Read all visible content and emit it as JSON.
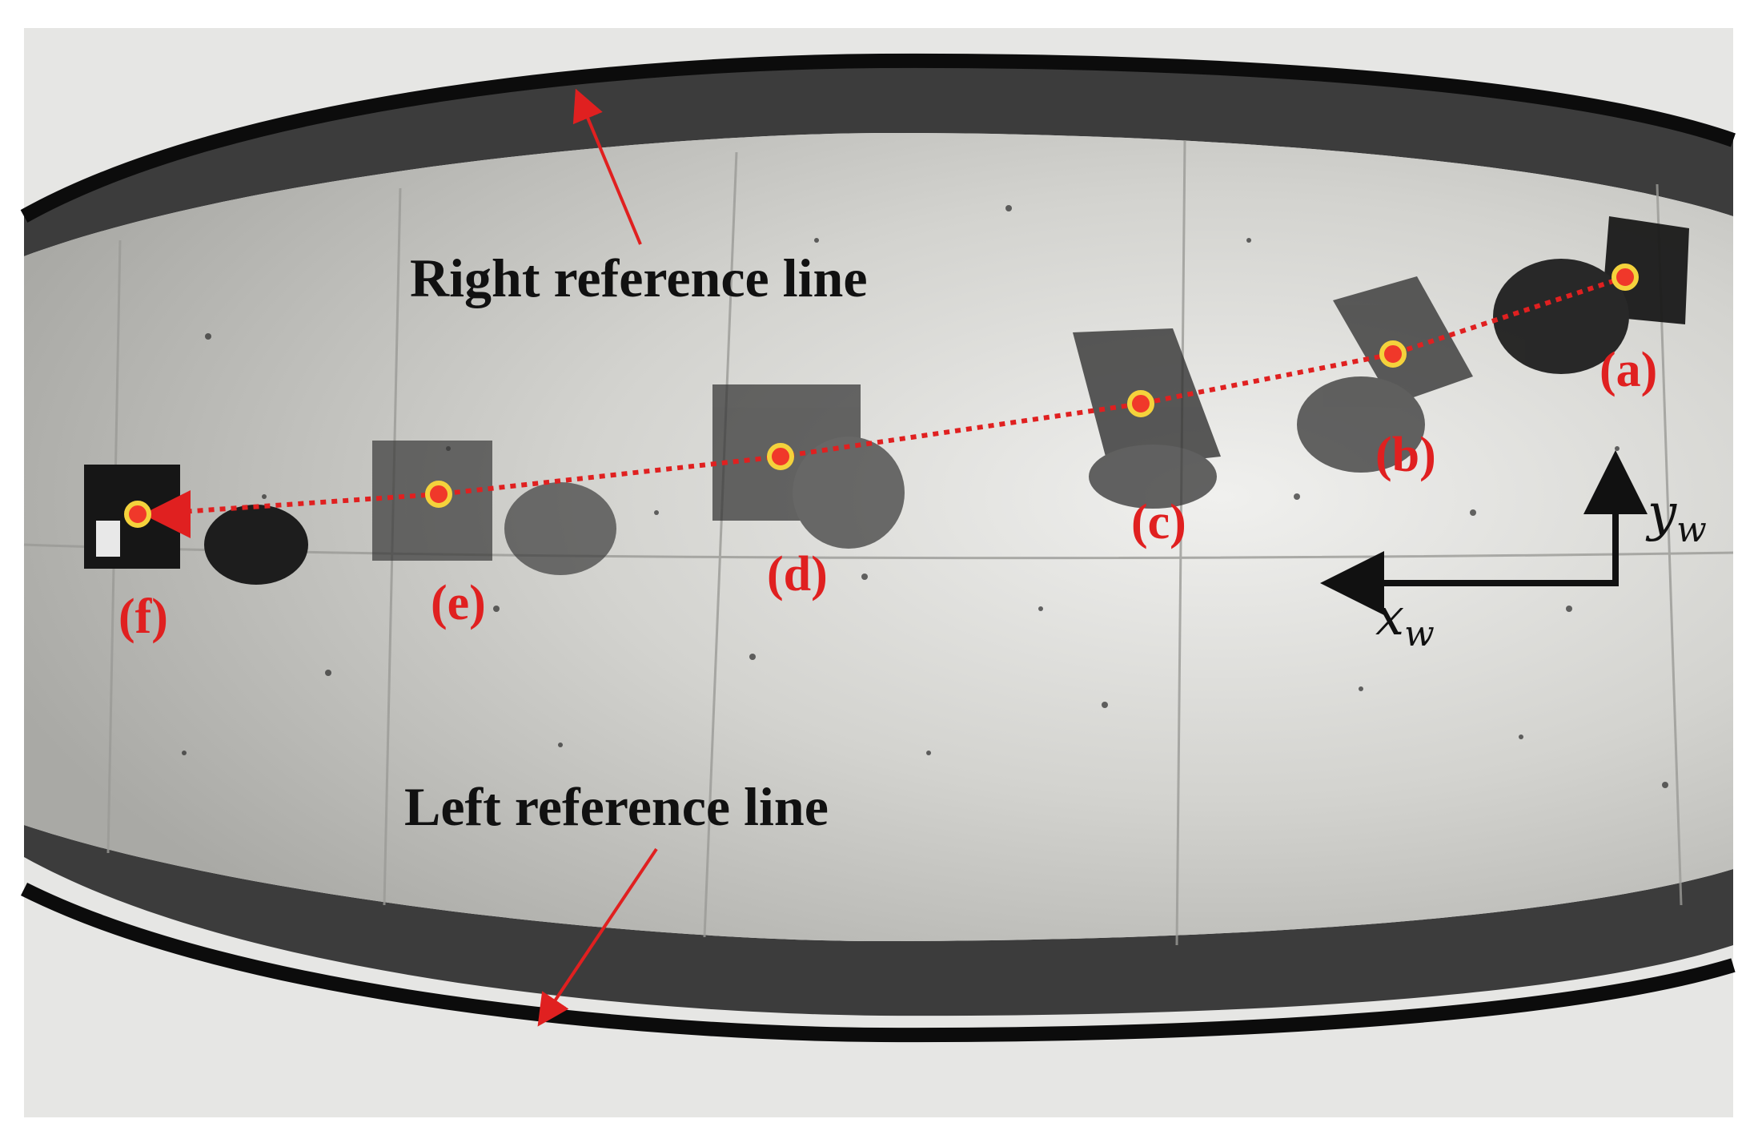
{
  "colors": {
    "floor": "#cfcfcb",
    "rail_dark": "#101010",
    "rail_gray": "#5a5a5a",
    "trajectory": "#e02020",
    "waypoint_fill": "#f0382a",
    "waypoint_ring": "#f4d23c",
    "text_dark": "#111111"
  },
  "labels": {
    "right_reference": "Right reference line",
    "left_reference": "Left reference line"
  },
  "axes": {
    "x_symbol": "x",
    "x_subscript": "w",
    "y_symbol": "y",
    "y_subscript": "w"
  },
  "waypoints": [
    {
      "label": "(a)"
    },
    {
      "label": "(b)"
    },
    {
      "label": "(c)"
    },
    {
      "label": "(d)"
    },
    {
      "label": "(e)"
    },
    {
      "label": "(f)"
    }
  ]
}
